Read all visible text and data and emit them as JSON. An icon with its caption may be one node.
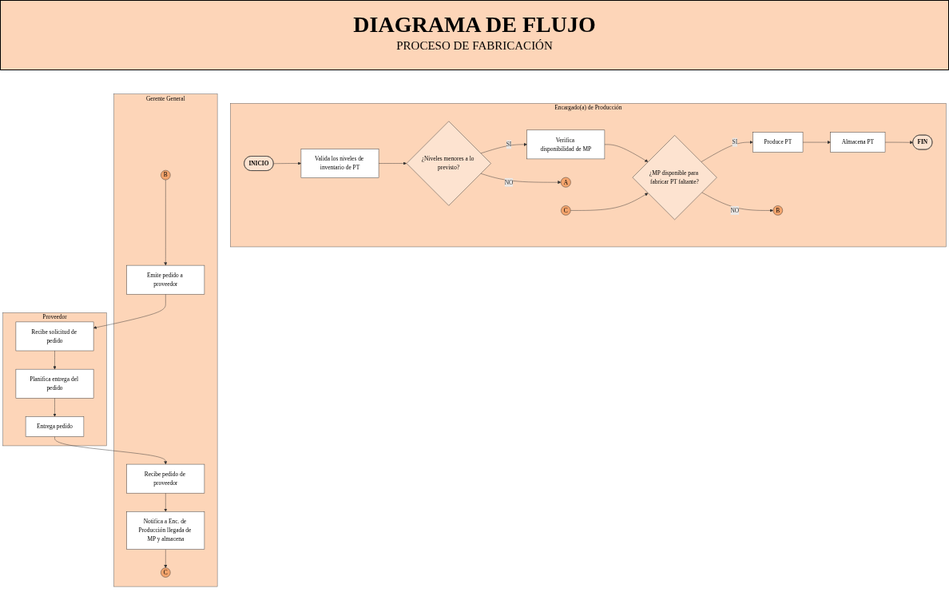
{
  "diagram": {
    "title": "DIAGRAMA DE FLUJO",
    "nodes": [
      {
        "text": [
          "Encargado(a) de Producción"
        ]
      },
      {
        "text": [
          "INICIO"
        ],
        "in": 0
      },
      {
        "text": [
          "Valida los niveles de inventario de PT"
        ],
        "in": 0
      },
      {
        "text": [
          "¿Niveles menores a lo previsto?"
        ],
        "in": 0
      },
      {
        "text": [
          "Verifica disponibilidad de MP"
        ],
        "in": 0
      },
      {
        "text": [
          "C"
        ],
        "in": 0
      },
      {
        "text": [
          "¿MP disponible para fabricar PT faltante?"
        ],
        "in": 0
      },
      {
        "text": [
          "Produce PT"
        ],
        "in": 0
      },
      {
        "text": [
          "Almacena PT"
        ],
        "in": 0
      },
      {
        "text": [
          "A"
        ],
        "in": 0
      },
      {
        "text": [
          "B"
        ],
        "in": 0
      },
      {
        "text": [
          "FIN"
        ],
        "in": 0
      },
      {
        "text": [
          "Gerente General"
        ]
      },
      {
        "text": [
          "B"
        ],
        "in": 12
      },
      {
        "text": [
          "Emite pedido a proveedor"
        ],
        "in": 12
      },
      {
        "text": [
          "Recibe pedido de proveedor"
        ],
        "in": 12
      },
      {
        "text": [
          "Notifica a Enc. de Producción llegada de MP y almacena"
        ],
        "in": 12
      },
      {
        "text": [
          "C"
        ],
        "in": 12
      },
      {
        "text": [
          "Proveedor"
        ]
      },
      {
        "text": [
          "Recibe solicitud de pedido"
        ],
        "in": 18
      },
      {
        "text": [
          "Planifica entrega del pedido"
        ],
        "in": 18
      },
      {
        "text": [
          "Entrega pedido"
        ],
        "in": 18
      }
    ],
    "edges": [
      {
        "from": 1,
        "to": 2,
        "arrow": "to"
      },
      {
        "from": 2,
        "to": 3,
        "arrow": "to"
      },
      {
        "from": 3,
        "to": 4,
        "arrow": "to",
        "label": "SI"
      },
      {
        "from": 3,
        "to": 9,
        "arrow": "to",
        "label": "NO"
      },
      {
        "from": 4,
        "to": 6,
        "arrow": "to"
      },
      {
        "from": 5,
        "to": 6,
        "arrow": "to"
      },
      {
        "from": 6,
        "to": 7,
        "arrow": "to",
        "label": "SI"
      },
      {
        "from": 6,
        "to": 10,
        "arrow": "to",
        "label": "NO"
      },
      {
        "from": 7,
        "to": 8,
        "arrow": "to"
      },
      {
        "from": 8,
        "to": 11,
        "arrow": "to"
      },
      {
        "from": 13,
        "to": 14,
        "arrow": "to"
      },
      {
        "from": 14,
        "to": 19,
        "arrow": "to"
      },
      {
        "from": 19,
        "to": 20,
        "arrow": "to"
      },
      {
        "from": 20,
        "to": 21,
        "arrow": "to"
      },
      {
        "from": 21,
        "to": 15,
        "arrow": "to"
      },
      {
        "from": 15,
        "to": 16,
        "arrow": "to"
      },
      {
        "from": 16,
        "to": 17,
        "arrow": "to"
      }
    ],
    "labels": [
      "PROCESO DE FABRICACIÓN"
    ]
  }
}
